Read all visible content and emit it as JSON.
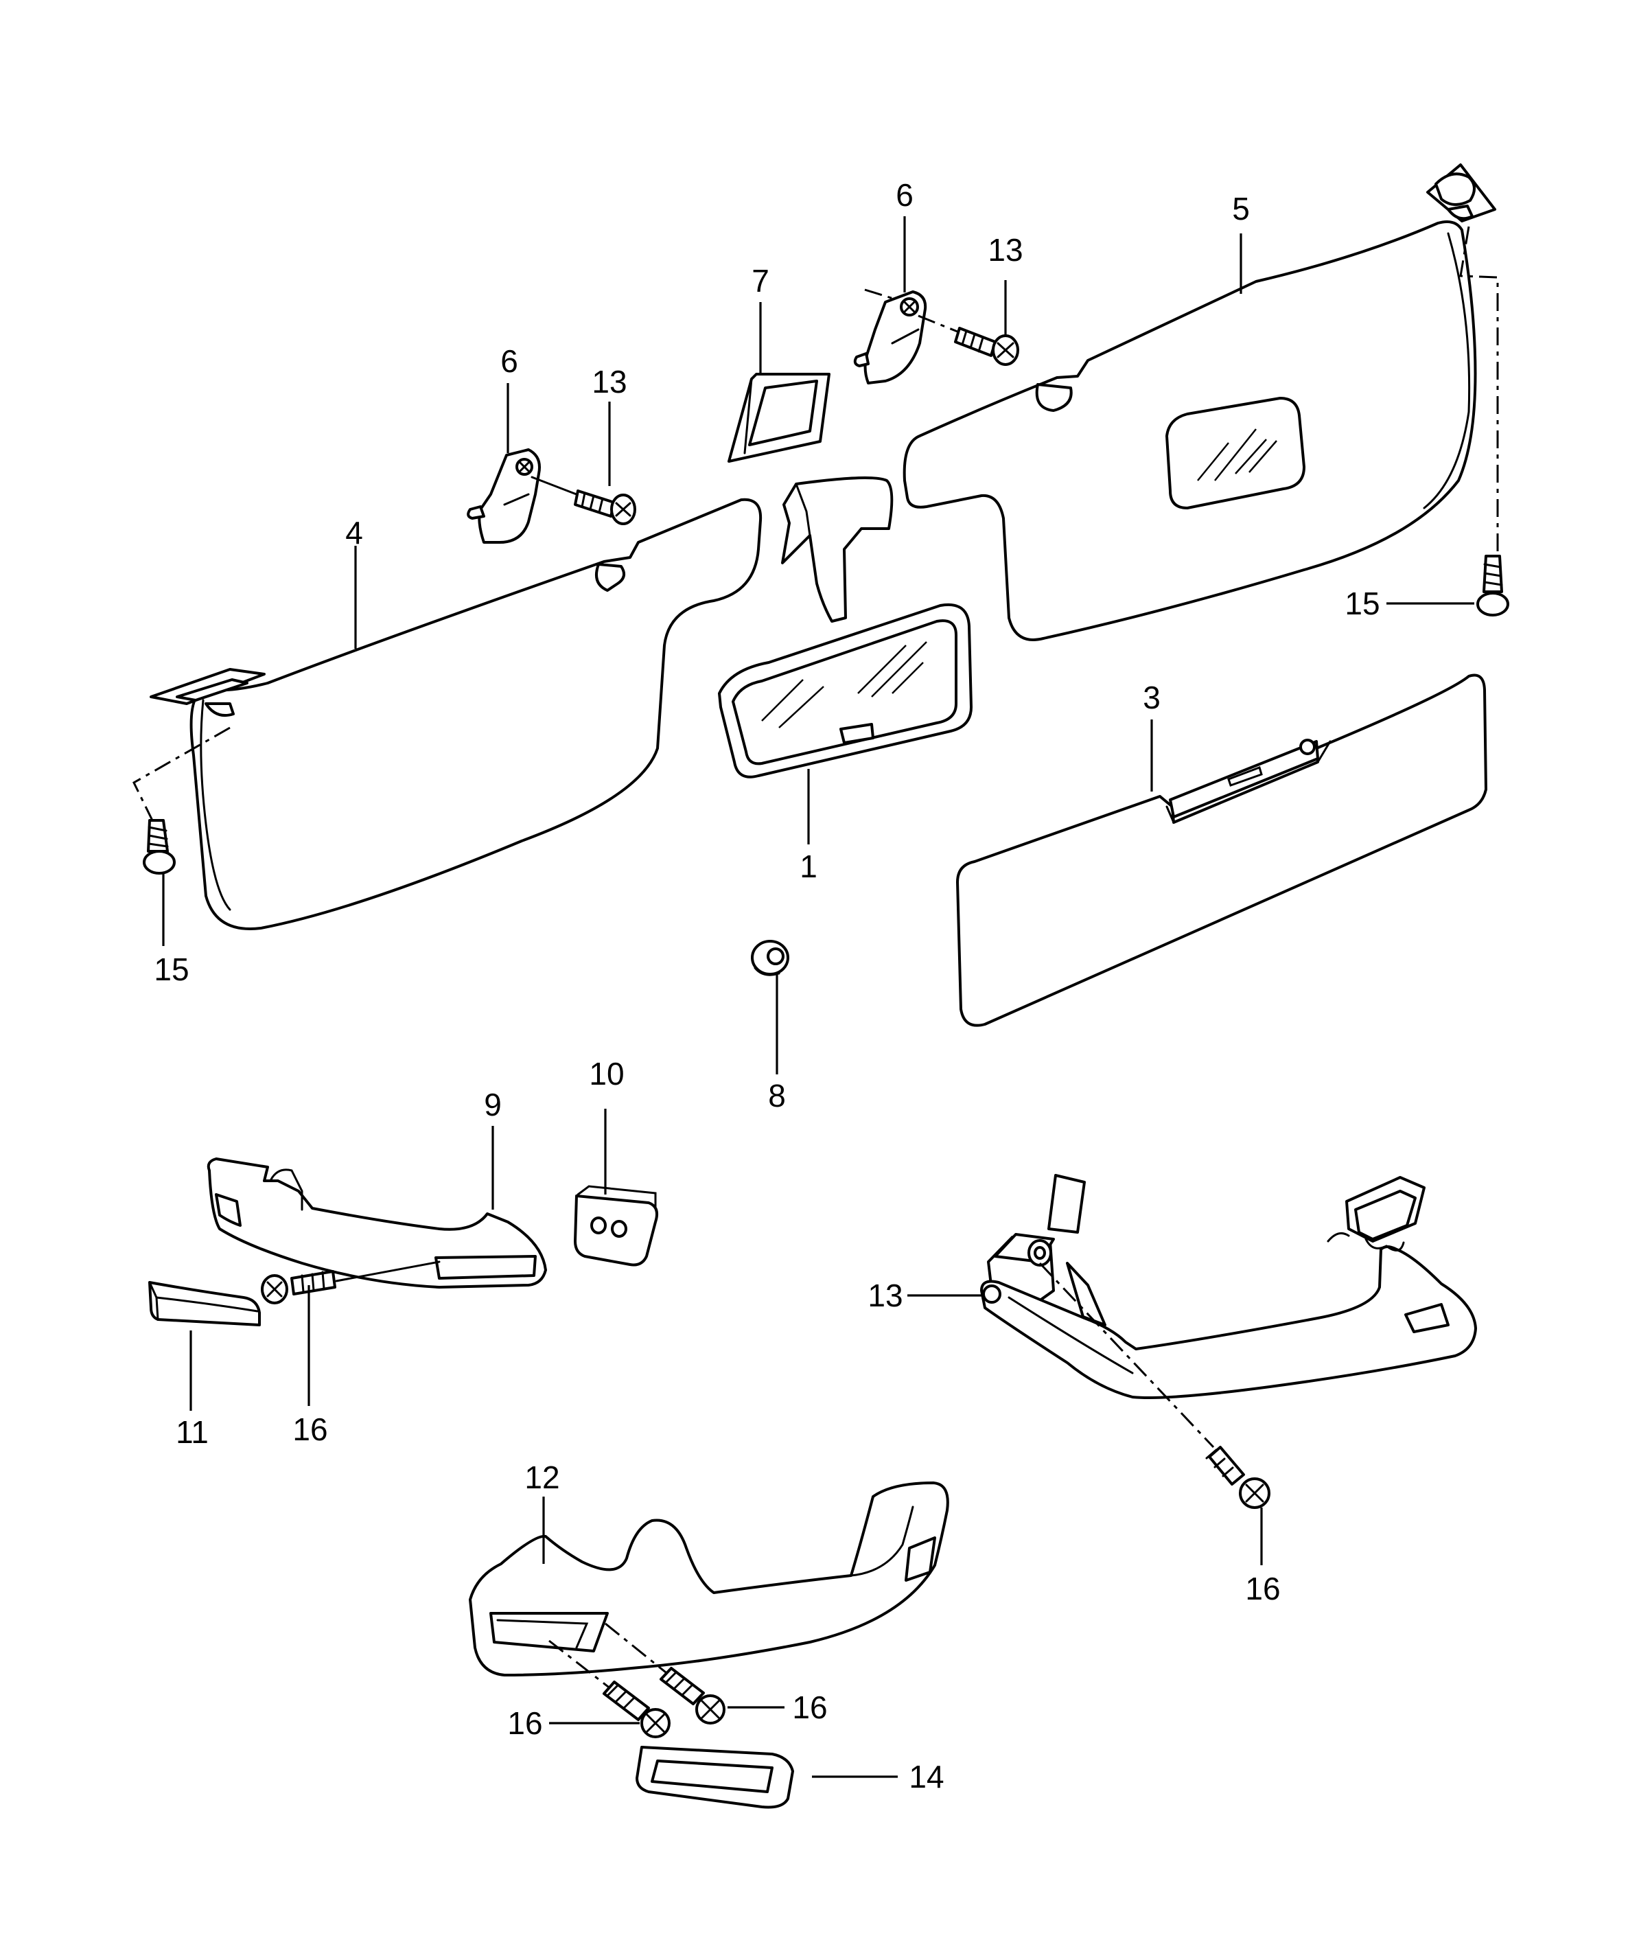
{
  "diagram": {
    "colors": {
      "line": "#000000",
      "background": "#ffffff"
    },
    "callouts": {
      "c1": "1",
      "c3": "3",
      "c4": "4",
      "c5": "5",
      "c6a": "6",
      "c6b": "6",
      "c7": "7",
      "c8": "8",
      "c9": "9",
      "c10": "10",
      "c11": "11",
      "c12": "12",
      "c13a": "13",
      "c13b": "13",
      "c13c": "13",
      "c14": "14",
      "c15a": "15",
      "c15b": "15",
      "c16a": "16",
      "c16b": "16",
      "c16c": "16",
      "c16d": "16"
    }
  }
}
